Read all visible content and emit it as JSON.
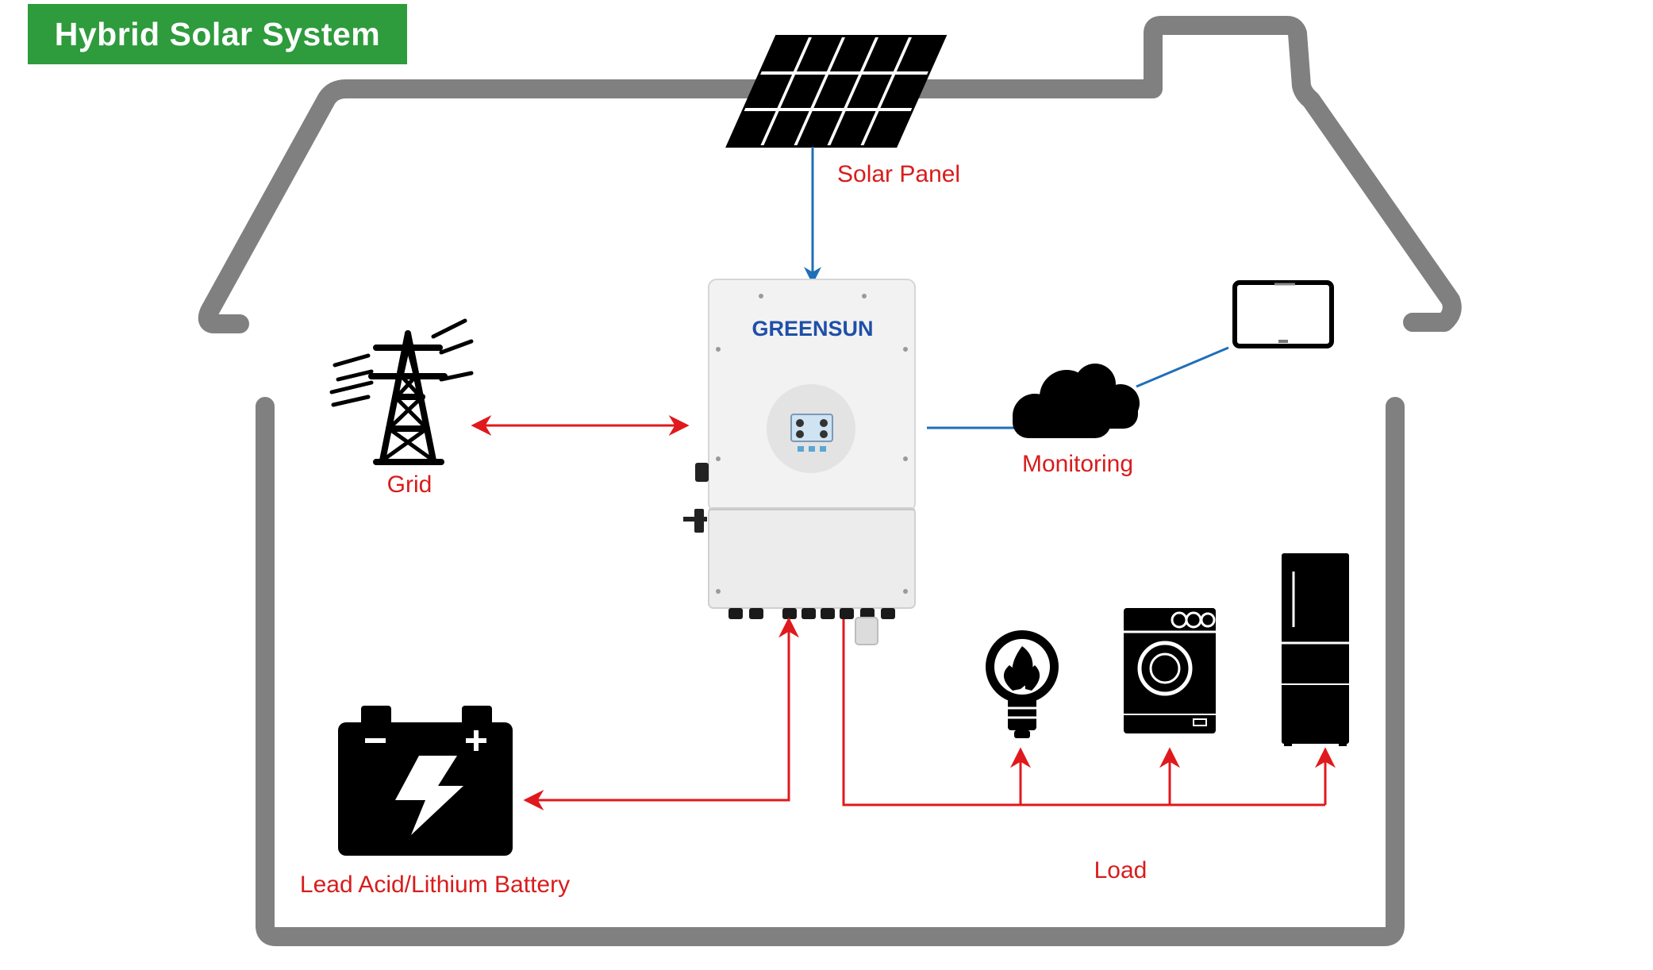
{
  "title": "Hybrid Solar System",
  "inverter": {
    "brand": "GREENSUN"
  },
  "components": {
    "solar_panel": "Solar Panel",
    "grid": "Grid",
    "monitoring": "Monitoring",
    "battery": "Lead Acid/Lithium Battery",
    "load": "Load"
  },
  "colors": {
    "title_bg": "#2e9b3c",
    "label": "#d81c1c",
    "ac_arrow": "#e0191c",
    "dc_arrow": "#1f6fb8",
    "house_outline": "#808080",
    "brand": "#1f4fa8"
  },
  "icons": [
    "solar-panel-icon",
    "transmission-tower-icon",
    "inverter-icon",
    "cloud-icon",
    "tablet-icon",
    "battery-icon",
    "lightbulb-icon",
    "washing-machine-icon",
    "refrigerator-icon"
  ]
}
